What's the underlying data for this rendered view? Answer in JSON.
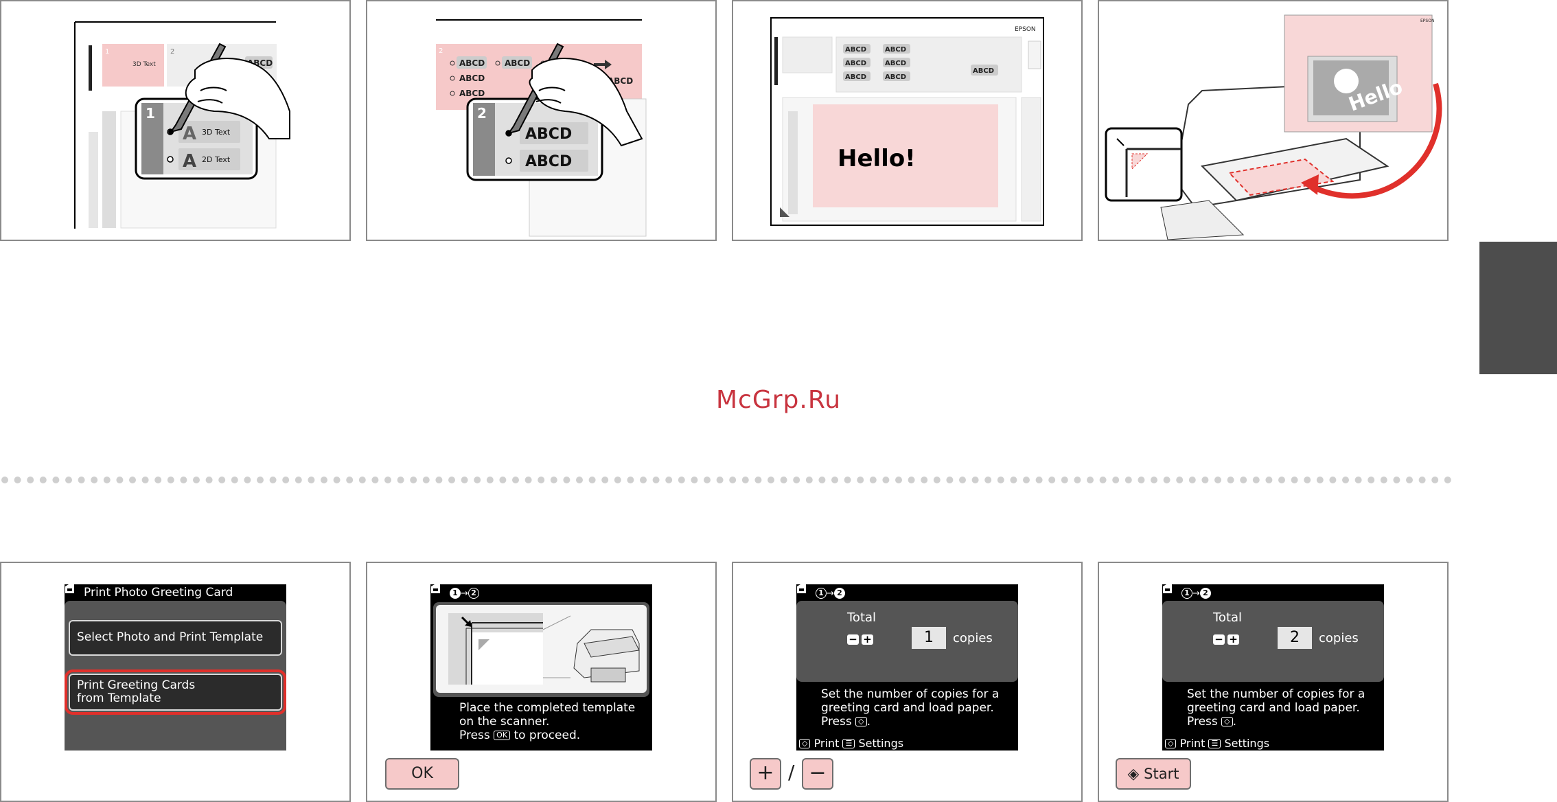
{
  "watermark": "McGrp.Ru",
  "colors": {
    "accent_red": "#e0302b",
    "pink_fill": "#f6c9c9",
    "lcd_black": "#000000",
    "side_tab": "#4d4d4d",
    "watermark": "#c8343f"
  },
  "top_panels": {
    "p1": {
      "step_number": "1",
      "option_3d": "3D Text",
      "option_2d": "2D Text",
      "letter": "A"
    },
    "p2": {
      "step_number": "2",
      "sample_text": "ABCD"
    },
    "p3": {
      "brand": "EPSON",
      "card_text": "Hello!",
      "sample_text": "ABCD"
    },
    "p4": {
      "card_text": "Hello",
      "brand": "EPSON"
    }
  },
  "screens": {
    "s1": {
      "title": "Print Photo Greeting Card",
      "items": [
        "Select Photo and Print Template",
        "Print Greeting Cards\nfrom Template"
      ],
      "selected_index": 1
    },
    "s2": {
      "step_from": "1",
      "step_to": "2",
      "message_lines": [
        "Place the completed template",
        "on the scanner."
      ],
      "press_prefix": "Press",
      "ok_key": "OK",
      "press_suffix": "to proceed."
    },
    "s3": {
      "step_from": "1",
      "step_to": "2",
      "total_label": "Total",
      "minus": "−",
      "plus": "+",
      "copies_value": "1",
      "copies_label": "copies",
      "message_lines": [
        "Set the number of copies for a",
        "greeting card and load paper."
      ],
      "press_prefix": "Press",
      "footer_print": "Print",
      "footer_settings": "Settings"
    },
    "s4": {
      "step_from": "1",
      "step_to": "2",
      "total_label": "Total",
      "minus": "−",
      "plus": "+",
      "copies_value": "2",
      "copies_label": "copies",
      "message_lines": [
        "Set the number of copies for a",
        "greeting card and load paper."
      ],
      "press_prefix": "Press",
      "footer_print": "Print",
      "footer_settings": "Settings"
    }
  },
  "buttons": {
    "ok": "OK",
    "plus": "+",
    "separator": "/",
    "minus": "−",
    "start": "Start"
  }
}
